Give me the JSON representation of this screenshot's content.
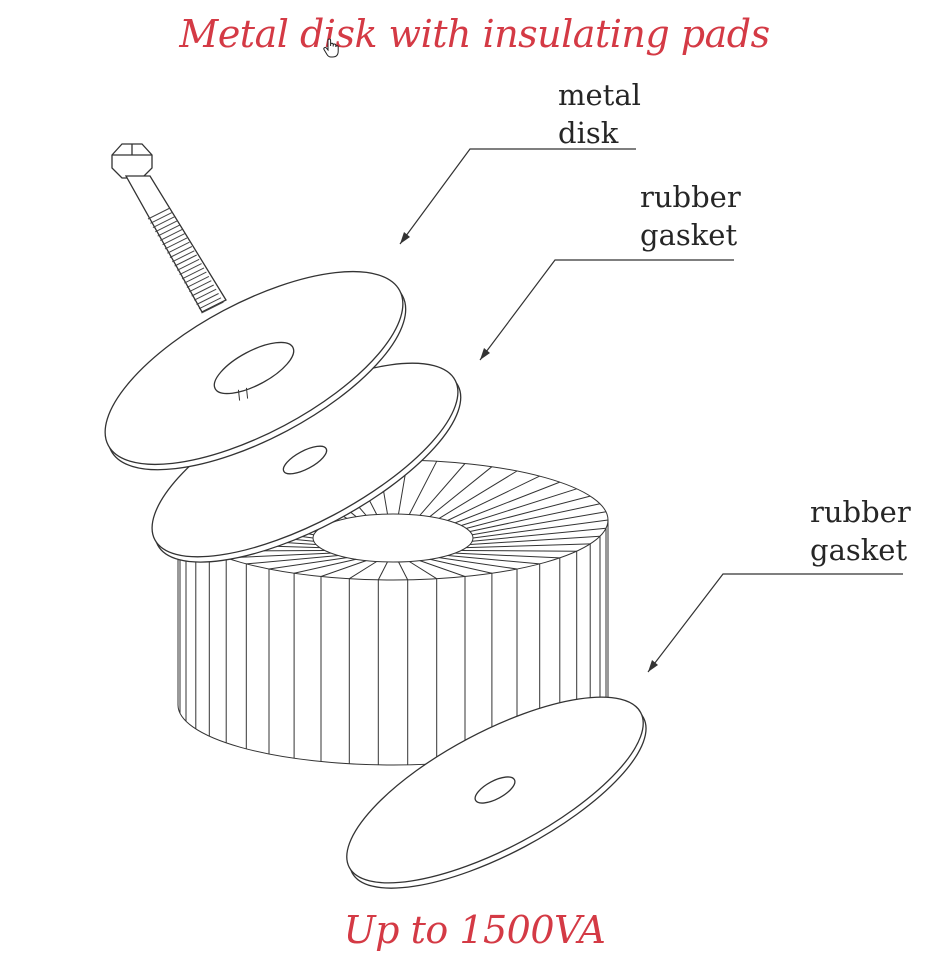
{
  "title": "Metal disk with insulating pads",
  "footer": "Up to 1500VA",
  "labels": {
    "metal_disk": "metal\ndisk",
    "rubber_gasket_top": "rubber\ngasket",
    "rubber_gasket_bottom": "rubber\ngasket"
  },
  "colors": {
    "title": "#d43a45",
    "line": "#333333"
  },
  "icons": {
    "cursor": "hand-pointer-icon"
  }
}
